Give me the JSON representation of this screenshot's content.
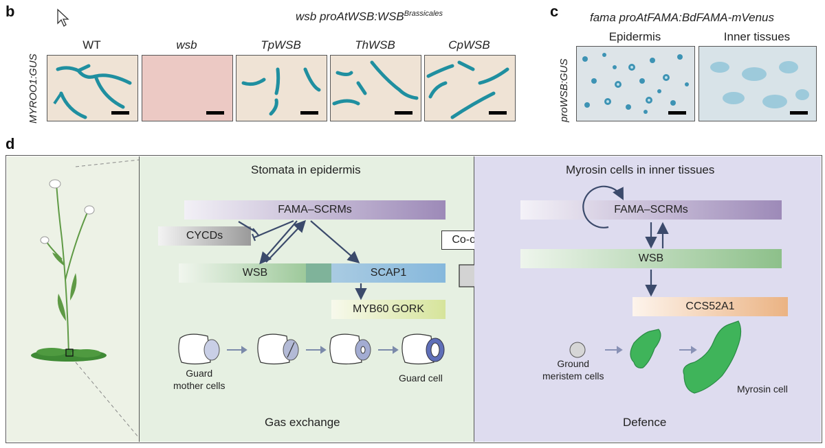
{
  "panel_b": {
    "letter": "b",
    "title_main": "wsb proAtWSB:WSB",
    "title_sup": "Brassicales",
    "ylabel": "MYROO1:GUS",
    "columns": [
      "WT",
      "wsb",
      "TpWSB",
      "ThWSB",
      "CpWSB"
    ]
  },
  "panel_c": {
    "letter": "c",
    "title": "fama proAtFAMA:BdFAMA-mVenus",
    "ylabel": "proWSB:GUS",
    "columns": [
      "Epidermis",
      "Inner tissues"
    ]
  },
  "panel_d": {
    "letter": "d",
    "stomata": {
      "title": "Stomata in epidermis",
      "fama_scrms": "FAMA–SCRMs",
      "cycds": "CYCDs",
      "wsb": "WSB",
      "scap1": "SCAP1",
      "myb60_gork": "MYB60 GORK",
      "guard_mother": [
        "Guard",
        "mother cells"
      ],
      "guard_cell": "Guard cell",
      "bottom": "Gas exchange"
    },
    "cooption": "Co-option",
    "myrosin": {
      "title": "Myrosin cells in inner tissues",
      "fama_scrms": "FAMA–SCRMs",
      "wsb": "WSB",
      "ccs52a1": "CCS52A1",
      "ground_meristem": [
        "Ground",
        "meristem cells"
      ],
      "myrosin_cell": "Myrosin cell",
      "bottom": "Defence"
    }
  },
  "colors": {
    "gus_blue": "#1f8fa0",
    "stomata_bg": "#e6f0e2",
    "myrosin_bg": "#dedcef",
    "plant_bg": "#edf2e6",
    "fama_purple": "#9d8ab8",
    "wsb_green": "#8dc08a",
    "scap1_blue": "#86b8dc",
    "myb_yellow": "#d6e49b",
    "ccs_orange": "#ebb383",
    "myrosin_green": "#3fb45a"
  }
}
